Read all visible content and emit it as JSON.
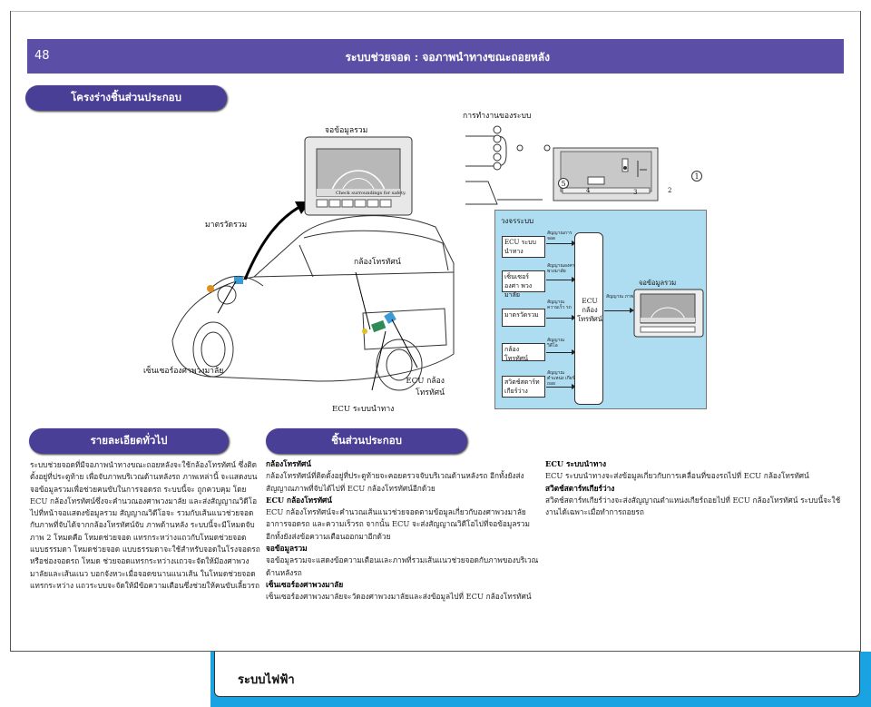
{
  "header": {
    "page_number": "48",
    "title": "ระบบช่วยจอด : จอภาพนำทางขณะถอยหลัง"
  },
  "sections": {
    "components_structure": "โครงร่างชิ้นส่วนประกอบ",
    "overview": "รายละเอียดทั่วไป",
    "components": "ชิ้นส่วนประกอบ"
  },
  "figure_labels": {
    "multi_display": "จอข้อมูลรวม",
    "meter": "มาตรวัดรวม",
    "camera": "กล้องโทรทัศน์",
    "steering_sensor": "เซ็นเซอร์องศาพวงมาลัย",
    "camera_ecu": "ECU กล้อง โทรทัศน์",
    "nav_ecu": "ECU ระบบนำทาง",
    "system_operation": "การทำงานของระบบ",
    "circle_1": "1",
    "circle_2": "2",
    "circle_3": "3",
    "circle_4": "4",
    "circle_5": "5",
    "screen_caption": "Check surroundings for safety."
  },
  "circuit": {
    "title": "วงจรระบบ",
    "boxes": [
      "ECU ระบบนำทาง",
      "เซ็นเซอร์องศา พวงมาลัย",
      "มาตรวัดรวม",
      "กล้องโทรทัศน์",
      "สวิตช์สตาร์ท เกียร์ว่าง"
    ],
    "signals": [
      "สัญญาณการจอด",
      "สัญญาณองศา พวงมาลัย",
      "สัญญาณ ความเร็ว รถ",
      "สัญญาณ วิดีโอ",
      "สัญญาณ ตำแหน่ง เกียร์ถอย"
    ],
    "ecu_label": "ECU กล้อง โทรทัศน์",
    "out_signal": "สัญญาณ ภาพ",
    "display_label": "จอข้อมูลรวม"
  },
  "overview_text": "ระบบช่วยจอดที่มีจอภาพนำทางขณะถอยหลังจะใช้กล้องโทรทัศน์ ซึ่งติดตั้งอยู่ที่ประตูท้าย เพื่อจับภาพบริเวณด้านหลังรถ ภาพเหล่านี้ จะแสดงบนจอข้อมูลรวมเพื่อช่วยคนขับในการจอดรถ ระบบนี้จะ ถูกควบคุม โดย ECU กล้องโทรทัศน์ซึ่งจะคำนวณองศาพวงมาลัย และส่งสัญญาณวิดีโอไปที่หน้าจอแสดงข้อมูลรวม สัญญาณวิดีโอจะ รวมกับเส้นแนวช่วยจอดกับภาพที่จับได้จากกล้องโทรทัศน์จับ ภาพด้านหลัง ระบบนี้จะมีโหมดจับภาพ 2 โหมดคือ โหมดช่วยจอด แทรกระหว่างแถวกับโหมดช่วยจอดแบบธรรมดา โหมดช่วยจอด แบบธรรมดาจะใช้สำหรับจอดในโรงจอดรถหรือช่องจอดรถ โหมด ช่วยจอดแทรกระหว่างแถวจะจัดให้มีองศาพวงมาลัยและเส้นแนว บอกจังหวะเมื่อจอดขนานแนวเส้น ในโหมดช่วยจอดแทรกระหว่าง แถวระบบจะจัดให้มีข้อความเตือนซึ่งช่วยให้คนขับเลี้ยวรถ",
  "components_col1": [
    {
      "head": "กล้องโทรทัศน์",
      "body": "กล้องโทรทัศน์ที่ติดตั้งอยู่ที่ประตูท้ายจะคอยตรวจจับบริเวณด้านหลังรถ อีกทั้งยังส่งสัญญาณภาพที่จับได้ไปที่ ECU กล้องโทรทัศน์อีกด้วย"
    },
    {
      "head": "ECU กล้องโทรทัศน์",
      "body": "ECU กล้องโทรทัศน์จะคำนวณเส้นแนวช่วยจอดตามข้อมูลเกี่ยวกับองศาพวงมาลัย อาการจอดรถ และความเร็วรถ จากนั้น ECU จะส่งสัญญาณวิดีโอไปที่จอข้อมูลรวม อีกทั้งยังส่งข้อความเตือนออกมาอีกด้วย"
    },
    {
      "head": "จอข้อมูลรวม",
      "body": "จอข้อมูลรวมจะแสดงข้อความเตือนและภาพที่รวมเส้นแนวช่วยจอดกับภาพของบริเวณด้านหลังรถ"
    },
    {
      "head": "เซ็นเซอร์องศาพวงมาลัย",
      "body": "เซ็นเซอร์องศาพวงมาลัยจะวัดองศาพวงมาลัยและส่งข้อมูลไปที่ ECU กล้องโทรทัศน์"
    }
  ],
  "components_col2": [
    {
      "head": "ECU ระบบนำทาง",
      "body": "ECU ระบบนำทางจะส่งข้อมูลเกี่ยวกับการเคลื่อนที่ของรถไปที่ ECU กล้องโทรทัศน์"
    },
    {
      "head": "สวิตช์สตาร์ทเกียร์ว่าง",
      "body": "สวิตช์สตาร์ทเกียร์ว่างจะส่งสัญญาณตำแหน่งเกียร์ถอยไปที่ ECU กล้องโทรทัศน์ ระบบนี้จะใช้งานได้เฉพาะเมื่อทำการถอยรถ"
    }
  ],
  "footer": {
    "title": "ระบบไฟฟ้า"
  },
  "colors": {
    "header": "#5b4ea6",
    "pill": "#4a3f96",
    "panel": "#aeddf2",
    "footer": "#1aa3e2"
  }
}
